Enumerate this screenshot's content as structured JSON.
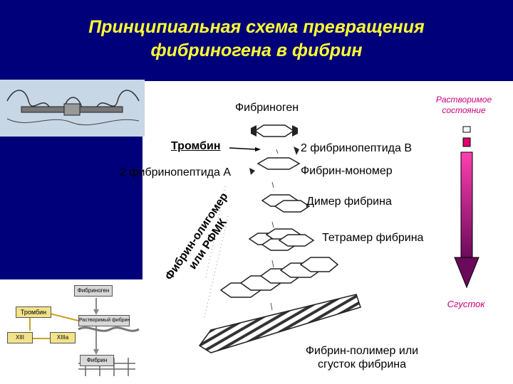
{
  "title": {
    "line1": "Принципиальная схема превращения",
    "line2": "фибриногена в фибрин"
  },
  "labels": {
    "fibrinogen": "Фибриноген",
    "thrombin": "Тромбин",
    "fibrinopeptide_b": "2 фибринопептида В",
    "fibrinopeptide_a": "2 фибринопептида А",
    "fibrin_monomer": "Фибрин-мономер",
    "fibrin_dimer": "Димер фибрина",
    "fibrin_tetramer": "Тетрамер фибрина",
    "fibrin_polymer_line1": "Фибрин-полимер или",
    "fibrin_polymer_line2": "сгусток фибрина",
    "oligomer_line1": "Фибрин-олигомер",
    "oligomer_line2": "или РФМК"
  },
  "gradient": {
    "soluble_line1": "Растворимое",
    "soluble_line2": "состояние",
    "clot": "Сгусток"
  },
  "inset_bottom": {
    "fibrinogen": "Фибриноген",
    "thrombin": "Тромбин",
    "soluble_fibrin": "Растворимый фибрин",
    "xiii": "XIII",
    "xiiia": "XIIIа",
    "fibrin": "Фибрин"
  },
  "colors": {
    "background": "#00007a",
    "title": "#ffff33",
    "accent_pink": "#e0006e",
    "arrow_dark": "#7a1060"
  }
}
